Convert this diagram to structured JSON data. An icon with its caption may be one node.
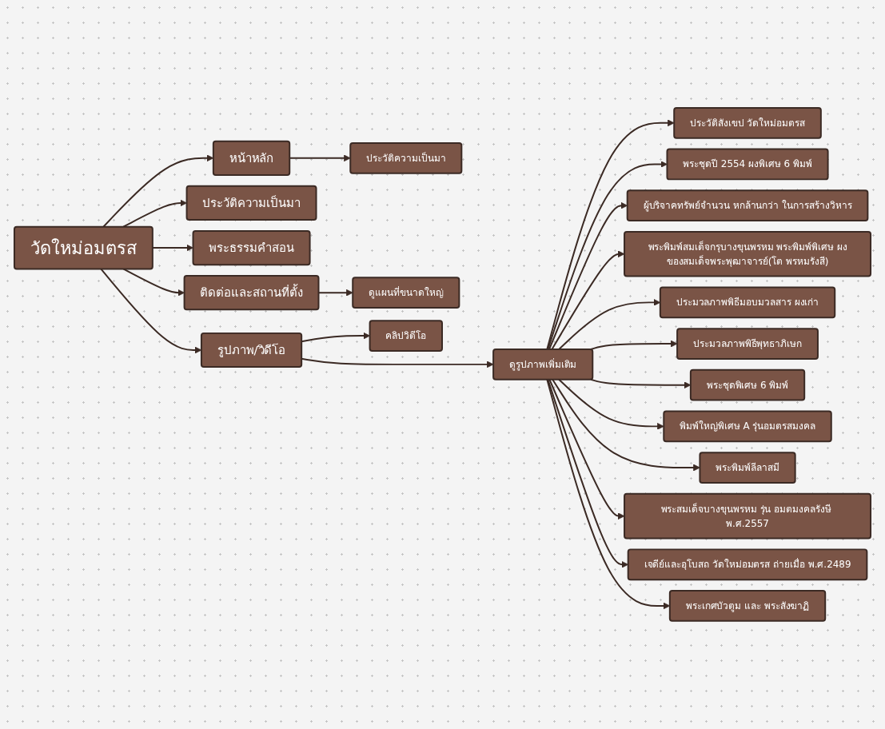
{
  "diagram": {
    "nodes": [
      {
        "text": [
          "วัดใหม่อมตรส"
        ]
      },
      {
        "text": [
          "หน้าหลัก"
        ]
      },
      {
        "text": [
          "ประวัติความเป็นมา"
        ]
      },
      {
        "text": [
          "พระธรรมคำสอน"
        ]
      },
      {
        "text": [
          "รูปภาพ/วิดีโอ"
        ]
      },
      {
        "text": [
          "ติดต่อและสถานที่ตั้ง"
        ]
      },
      {
        "text": [
          "ประวัติความเป็นมา"
        ]
      },
      {
        "text": [
          "ดูรูปภาพเพิ่มเติม"
        ]
      },
      {
        "text": [
          "ดูแผนที่ขนาดใหญ่"
        ]
      },
      {
        "text": [
          "ประวัติสังเขป วัดใหม่อมตรส"
        ]
      },
      {
        "text": [
          "พระชุดปี 2554 ผงพิเศษ 6 พิมพ์"
        ]
      },
      {
        "text": [
          "ผู้บริจาคทรัพย์จำนวน หกล้านกว่า ในการสร้างวิหาร"
        ]
      },
      {
        "text": [
          "พระพิมพ์สมเด็จกรุบางขุนพรหม พระพิมพ์พิเศษ ผงของสมเด็จพระพุฒาจารย์(โต พรหมรังสี)"
        ]
      },
      {
        "text": [
          "ประมวลภาพพิธีมอบมวลสาร ผงเก่า"
        ]
      },
      {
        "text": [
          "ประมวลภาพพิธีพุทธาภิเษก"
        ]
      },
      {
        "text": [
          "พระชุดพิเศษ 6 พิมพ์"
        ]
      },
      {
        "text": [
          "พิมพ์ใหญ่พิเศษ A รุ่นอมตรสมงคล"
        ]
      },
      {
        "text": [
          "พระพิมพ์ลีลาสมี"
        ]
      },
      {
        "text": [
          "พระสมเด็จบางขุนพรหม รุ่น อมตมงคลรังษี พ.ศ.2557"
        ]
      },
      {
        "text": [
          "เจดีย์และอุโบสถ วัดใหม่อมตรส ถ่ายเมื่อ พ.ศ.2489"
        ]
      },
      {
        "text": [
          "พระเกศบัวตูม และ พระสังฆาฏิ"
        ]
      },
      {
        "text": [
          "คลิปวิดีโอ"
        ]
      }
    ],
    "edges": [
      {
        "from": 0,
        "to": 1,
        "arrow": "to"
      },
      {
        "from": 0,
        "to": 2,
        "arrow": "to"
      },
      {
        "from": 0,
        "to": 3,
        "arrow": "to"
      },
      {
        "from": 0,
        "to": 4,
        "arrow": "to"
      },
      {
        "from": 0,
        "to": 5,
        "arrow": "to"
      },
      {
        "from": 1,
        "to": 6,
        "arrow": "to"
      },
      {
        "from": 4,
        "to": 7,
        "arrow": "to"
      },
      {
        "from": 5,
        "to": 8,
        "arrow": "to"
      },
      {
        "from": 7,
        "to": 9,
        "arrow": "to"
      },
      {
        "from": 7,
        "to": 10,
        "arrow": "to"
      },
      {
        "from": 7,
        "to": 11,
        "arrow": "to"
      },
      {
        "from": 7,
        "to": 12,
        "arrow": "to"
      },
      {
        "from": 7,
        "to": 13,
        "arrow": "to"
      },
      {
        "from": 7,
        "to": 14,
        "arrow": "to"
      },
      {
        "from": 7,
        "to": 15,
        "arrow": "to"
      },
      {
        "from": 7,
        "to": 16,
        "arrow": "to"
      },
      {
        "from": 7,
        "to": 17,
        "arrow": "to"
      },
      {
        "from": 7,
        "to": 18,
        "arrow": "to"
      },
      {
        "from": 7,
        "to": 19,
        "arrow": "to"
      },
      {
        "from": 7,
        "to": 20,
        "arrow": "to"
      },
      {
        "from": 4,
        "to": 21,
        "arrow": "to"
      }
    ]
  }
}
